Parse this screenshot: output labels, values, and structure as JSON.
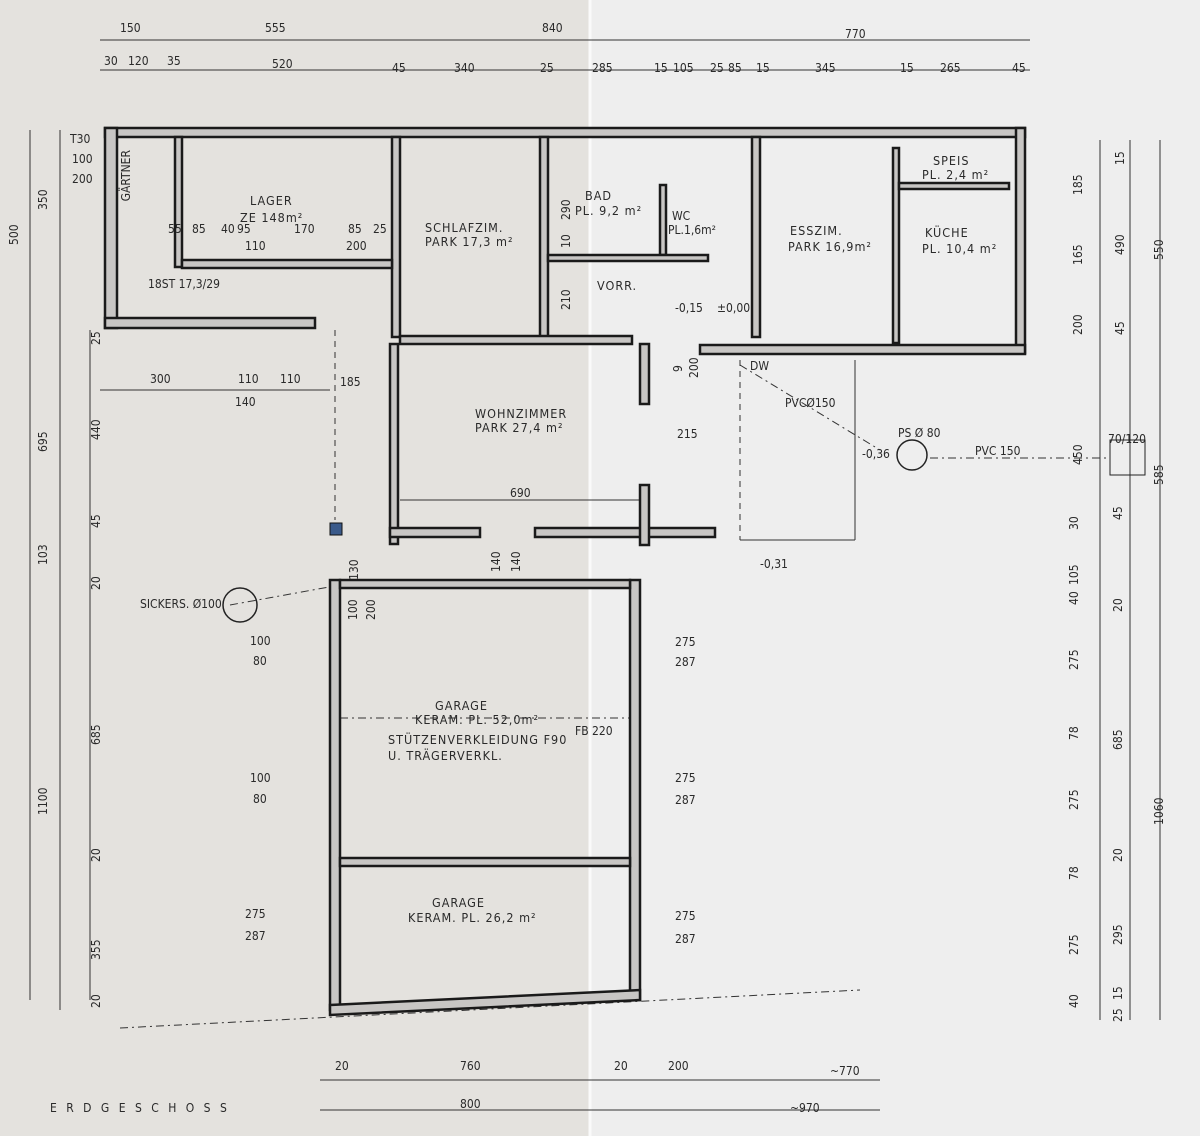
{
  "plan": {
    "title": "E R D G E S C H O S S",
    "rooms": {
      "lager": [
        "LAGER",
        "ZE 148m²"
      ],
      "schlafzim": [
        "SCHLAFZIM.",
        "PARK 17,3 m²"
      ],
      "bad": [
        "BAD",
        "PL. 9,2 m²"
      ],
      "wc": [
        "WC",
        "PL.1,6m²"
      ],
      "vorr": "VORR.",
      "esszim": [
        "ESSZIM.",
        "PARK 16,9m²"
      ],
      "speis": [
        "SPEIS",
        "PL. 2,4 m²"
      ],
      "kueche": [
        "KÜCHE",
        "PL. 10,4 m²"
      ],
      "wohnzimmer": [
        "WOHNZIMMER",
        "PARK 27,4 m²"
      ],
      "garage1": [
        "GARAGE",
        "KERAM. PL. 52,0m²",
        "STÜTZENVERKLEIDUNG F90",
        "U. TRÄGERVERKL."
      ],
      "garage2": [
        "GARAGE",
        "KERAM. PL. 26,2 m²"
      ],
      "gaertner": "GÄRTNER",
      "stair": "18ST 17,3/29"
    },
    "top_dims_1": [
      "150",
      "555",
      "840",
      "770"
    ],
    "top_dims_2": [
      "30",
      "120",
      "35",
      "520",
      "45",
      "340",
      "25",
      "285",
      "15",
      "105",
      "25",
      "85",
      "15",
      "345",
      "15",
      "265",
      "45"
    ],
    "inner_dims_lager": [
      "55",
      "85",
      "40",
      "95",
      "170",
      "85",
      "25",
      "110",
      "200"
    ],
    "left_dims": [
      "500",
      "350",
      "T30",
      "100",
      "200",
      "695",
      "440",
      "25",
      "103",
      "45",
      "20",
      "1100",
      "685",
      "20",
      "355",
      "20"
    ],
    "right_dims": [
      "185",
      "165",
      "200",
      "15",
      "490",
      "45",
      "550",
      "450",
      "585",
      "30",
      "105",
      "40",
      "275",
      "78",
      "275",
      "78",
      "275",
      "40",
      "45",
      "20",
      "685",
      "20",
      "295",
      "15",
      "25",
      "1060"
    ],
    "bottom_dims": [
      "20",
      "760",
      "20",
      "200",
      "~770",
      "800",
      "~970"
    ],
    "misc": {
      "d300": "300",
      "d110a": "110",
      "d110b": "110",
      "d185": "185",
      "d140": "140",
      "d690": "690",
      "d215": "215",
      "d140a": "140",
      "d140b": "140",
      "lvl031": "-0,31",
      "lvl015": "-0,15",
      "lvl000": "±0,00",
      "lvl036": "-0,36",
      "sickers": "SICKERS. Ø100",
      "pvc150a": "PVCØ150",
      "ps80": "PS Ø 80",
      "pvc150b": "PVC 150",
      "d70120": "70/120",
      "dw": "DW",
      "fb220": "FB 220",
      "d290": "290",
      "d10": "10",
      "d210": "210",
      "d9": "9",
      "d200v": "200",
      "d130": "130",
      "d100v": "100",
      "d200b": "200",
      "g100a": "100",
      "g80a": "80",
      "g100b": "100",
      "g80b": "80",
      "g275a": "275",
      "g287a": "287",
      "r275a": "275",
      "r287a": "287",
      "r275b": "275",
      "r287b": "287",
      "r275c": "275",
      "r287c": "287"
    }
  }
}
